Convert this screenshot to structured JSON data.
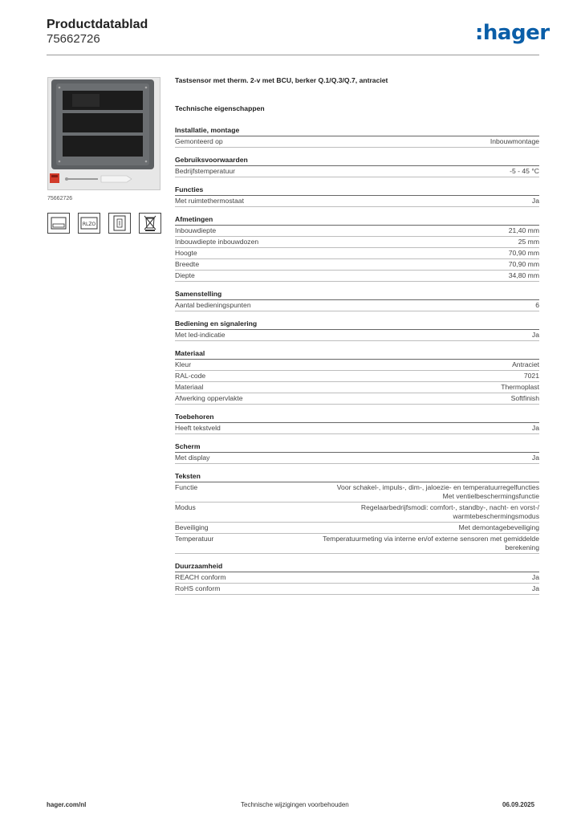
{
  "header": {
    "title": "Productdatablad",
    "code": "75662726",
    "logo": ":hager"
  },
  "photo_caption": "75662726",
  "symbols": [
    {
      "name": "display-symbol-icon"
    },
    {
      "name": "thermostat-symbol-icon",
      "text": "RLZO"
    },
    {
      "name": "bus-symbol-icon"
    },
    {
      "name": "weee-bin-icon"
    }
  ],
  "product_title": "Tastsensor met therm. 2-v met BCU, berker Q.1/Q.3/Q.7, antraciet",
  "technical_heading": "Technische eigenschappen",
  "sections": [
    {
      "title": "Installatie, montage",
      "rows": [
        {
          "label": "Gemonteerd op",
          "value": "Inbouwmontage"
        }
      ]
    },
    {
      "title": "Gebruiksvoorwaarden",
      "rows": [
        {
          "label": "Bedrijfstemperatuur",
          "value": "-5 - 45 °C"
        }
      ]
    },
    {
      "title": "Functies",
      "rows": [
        {
          "label": "Met ruimtethermostaat",
          "value": "Ja"
        }
      ]
    },
    {
      "title": "Afmetingen",
      "rows": [
        {
          "label": "Inbouwdiepte",
          "value": "21,40 mm"
        },
        {
          "label": "Inbouwdiepte inbouwdozen",
          "value": "25 mm"
        },
        {
          "label": "Hoogte",
          "value": "70,90 mm"
        },
        {
          "label": "Breedte",
          "value": "70,90 mm"
        },
        {
          "label": "Diepte",
          "value": "34,80 mm"
        }
      ]
    },
    {
      "title": "Samenstelling",
      "rows": [
        {
          "label": "Aantal bedieningspunten",
          "value": "6"
        }
      ]
    },
    {
      "title": "Bediening en signalering",
      "rows": [
        {
          "label": "Met led-indicatie",
          "value": "Ja"
        }
      ]
    },
    {
      "title": "Materiaal",
      "rows": [
        {
          "label": "Kleur",
          "value": "Antraciet"
        },
        {
          "label": "RAL-code",
          "value": "7021"
        },
        {
          "label": "Materiaal",
          "value": "Thermoplast"
        },
        {
          "label": "Afwerking oppervlakte",
          "value": "Softfinish"
        }
      ]
    },
    {
      "title": "Toebehoren",
      "rows": [
        {
          "label": "Heeft tekstveld",
          "value": "Ja"
        }
      ]
    },
    {
      "title": "Scherm",
      "rows": [
        {
          "label": "Met display",
          "value": "Ja"
        }
      ]
    },
    {
      "title": "Teksten",
      "rows": [
        {
          "label": "Functie",
          "value": "Voor schakel-, impuls-, dim-, jaloezie- en temperatuurregelfuncties\nMet ventielbeschermingsfunctie"
        },
        {
          "label": "Modus",
          "value": "Regelaarbedrijfsmodi: comfort-, standby-, nacht- en vorst-/\nwarmtebeschermingsmodus"
        },
        {
          "label": "Beveiliging",
          "value": "Met demontagebeveiliging"
        },
        {
          "label": "Temperatuur",
          "value": "Temperatuurmeting via interne en/of externe sensoren met gemiddelde\nberekening"
        }
      ]
    },
    {
      "title": "Duurzaamheid",
      "rows": [
        {
          "label": "REACH conform",
          "value": "Ja"
        },
        {
          "label": "RoHS conform",
          "value": "Ja"
        }
      ]
    }
  ],
  "footer": {
    "website": "hager.com/nl",
    "disclaimer": "Technische wijzigingen voorbehouden",
    "date": "06.09.2025"
  }
}
